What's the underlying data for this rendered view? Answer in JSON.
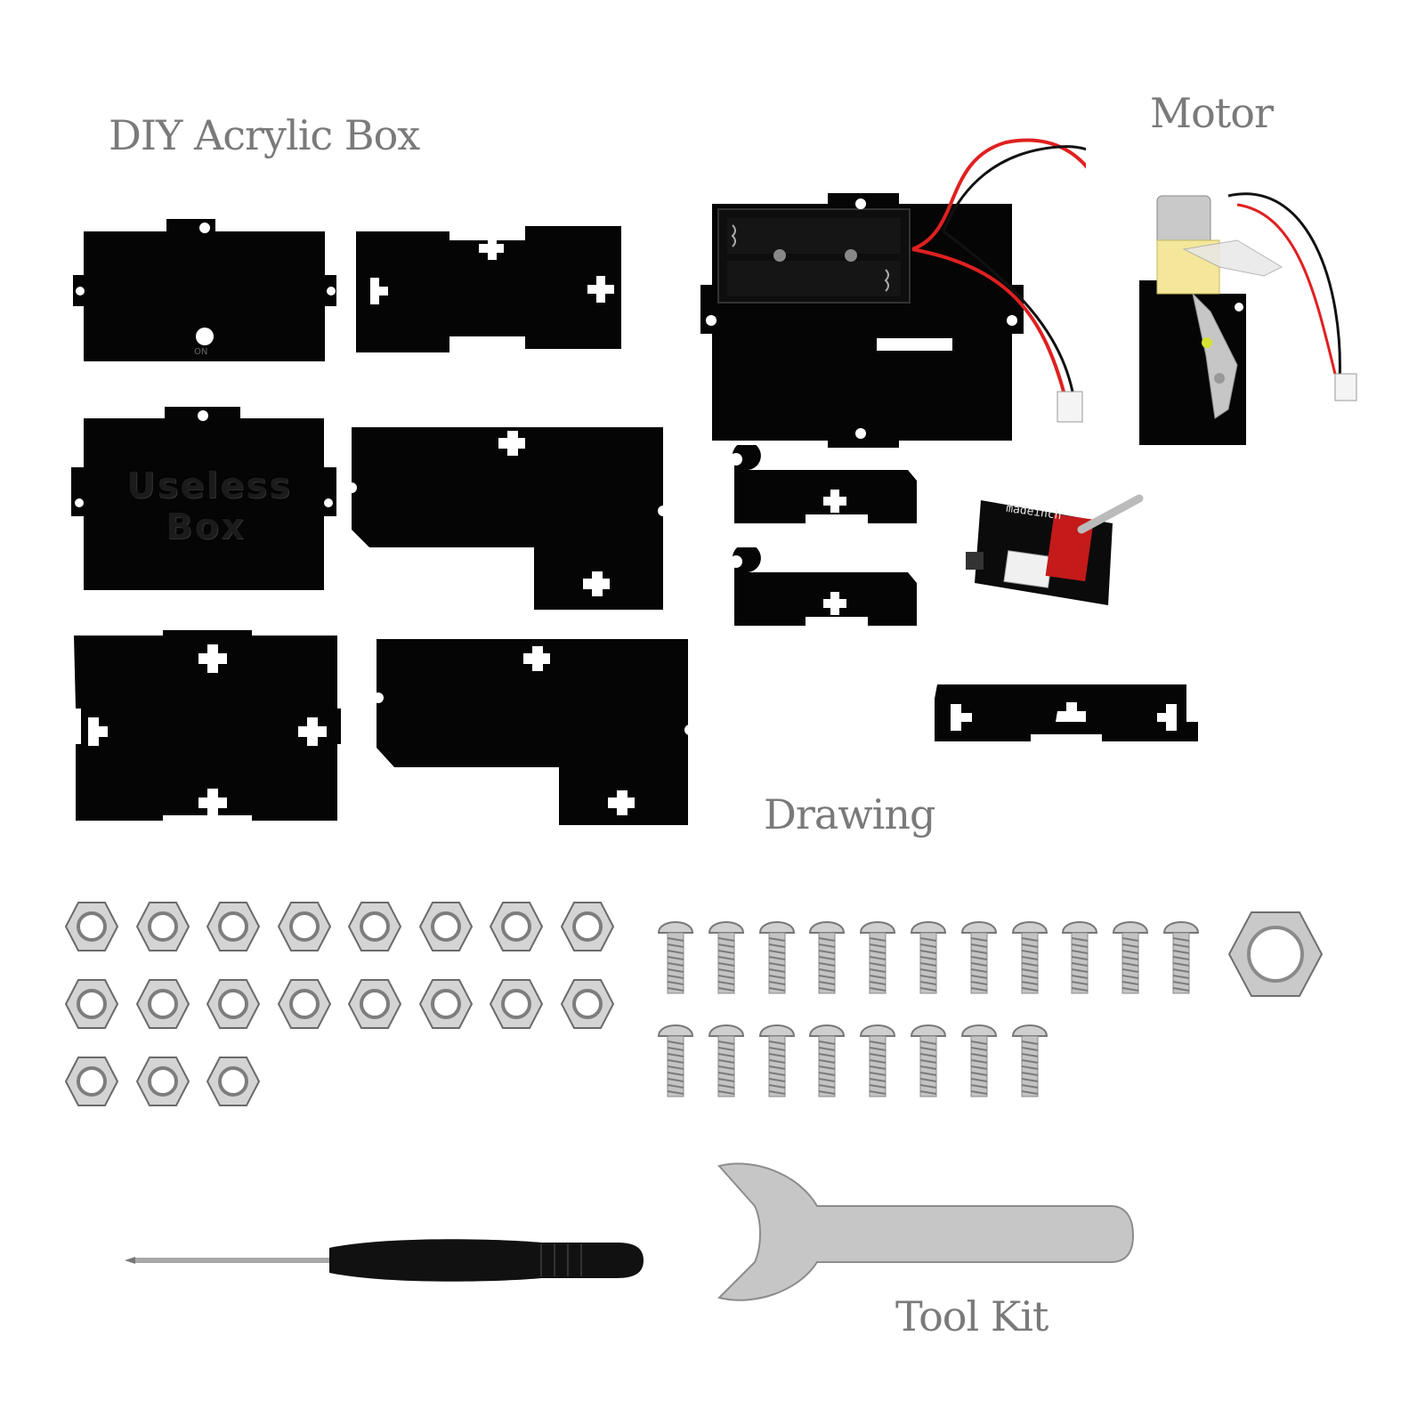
{
  "labels": {
    "acrylic_box": "DIY Acrylic Box",
    "motor": "Motor",
    "drawing": "Drawing",
    "tool_kit": "Tool Kit"
  },
  "engraving": {
    "line1": "Useless",
    "line2": "Box",
    "switch_text": "ON"
  },
  "pcb": {
    "brand_text": "madeinch"
  },
  "colors": {
    "label_gray": "#7a7a7a",
    "acrylic_black": "#050505",
    "metal_silver": "#c9c9c9",
    "wire_red": "#e02020",
    "wire_black": "#111111",
    "gear_yellow": "#f4e79a"
  },
  "items": {
    "nut_count": 19,
    "screw_count": 19,
    "large_nut_count": 1
  }
}
